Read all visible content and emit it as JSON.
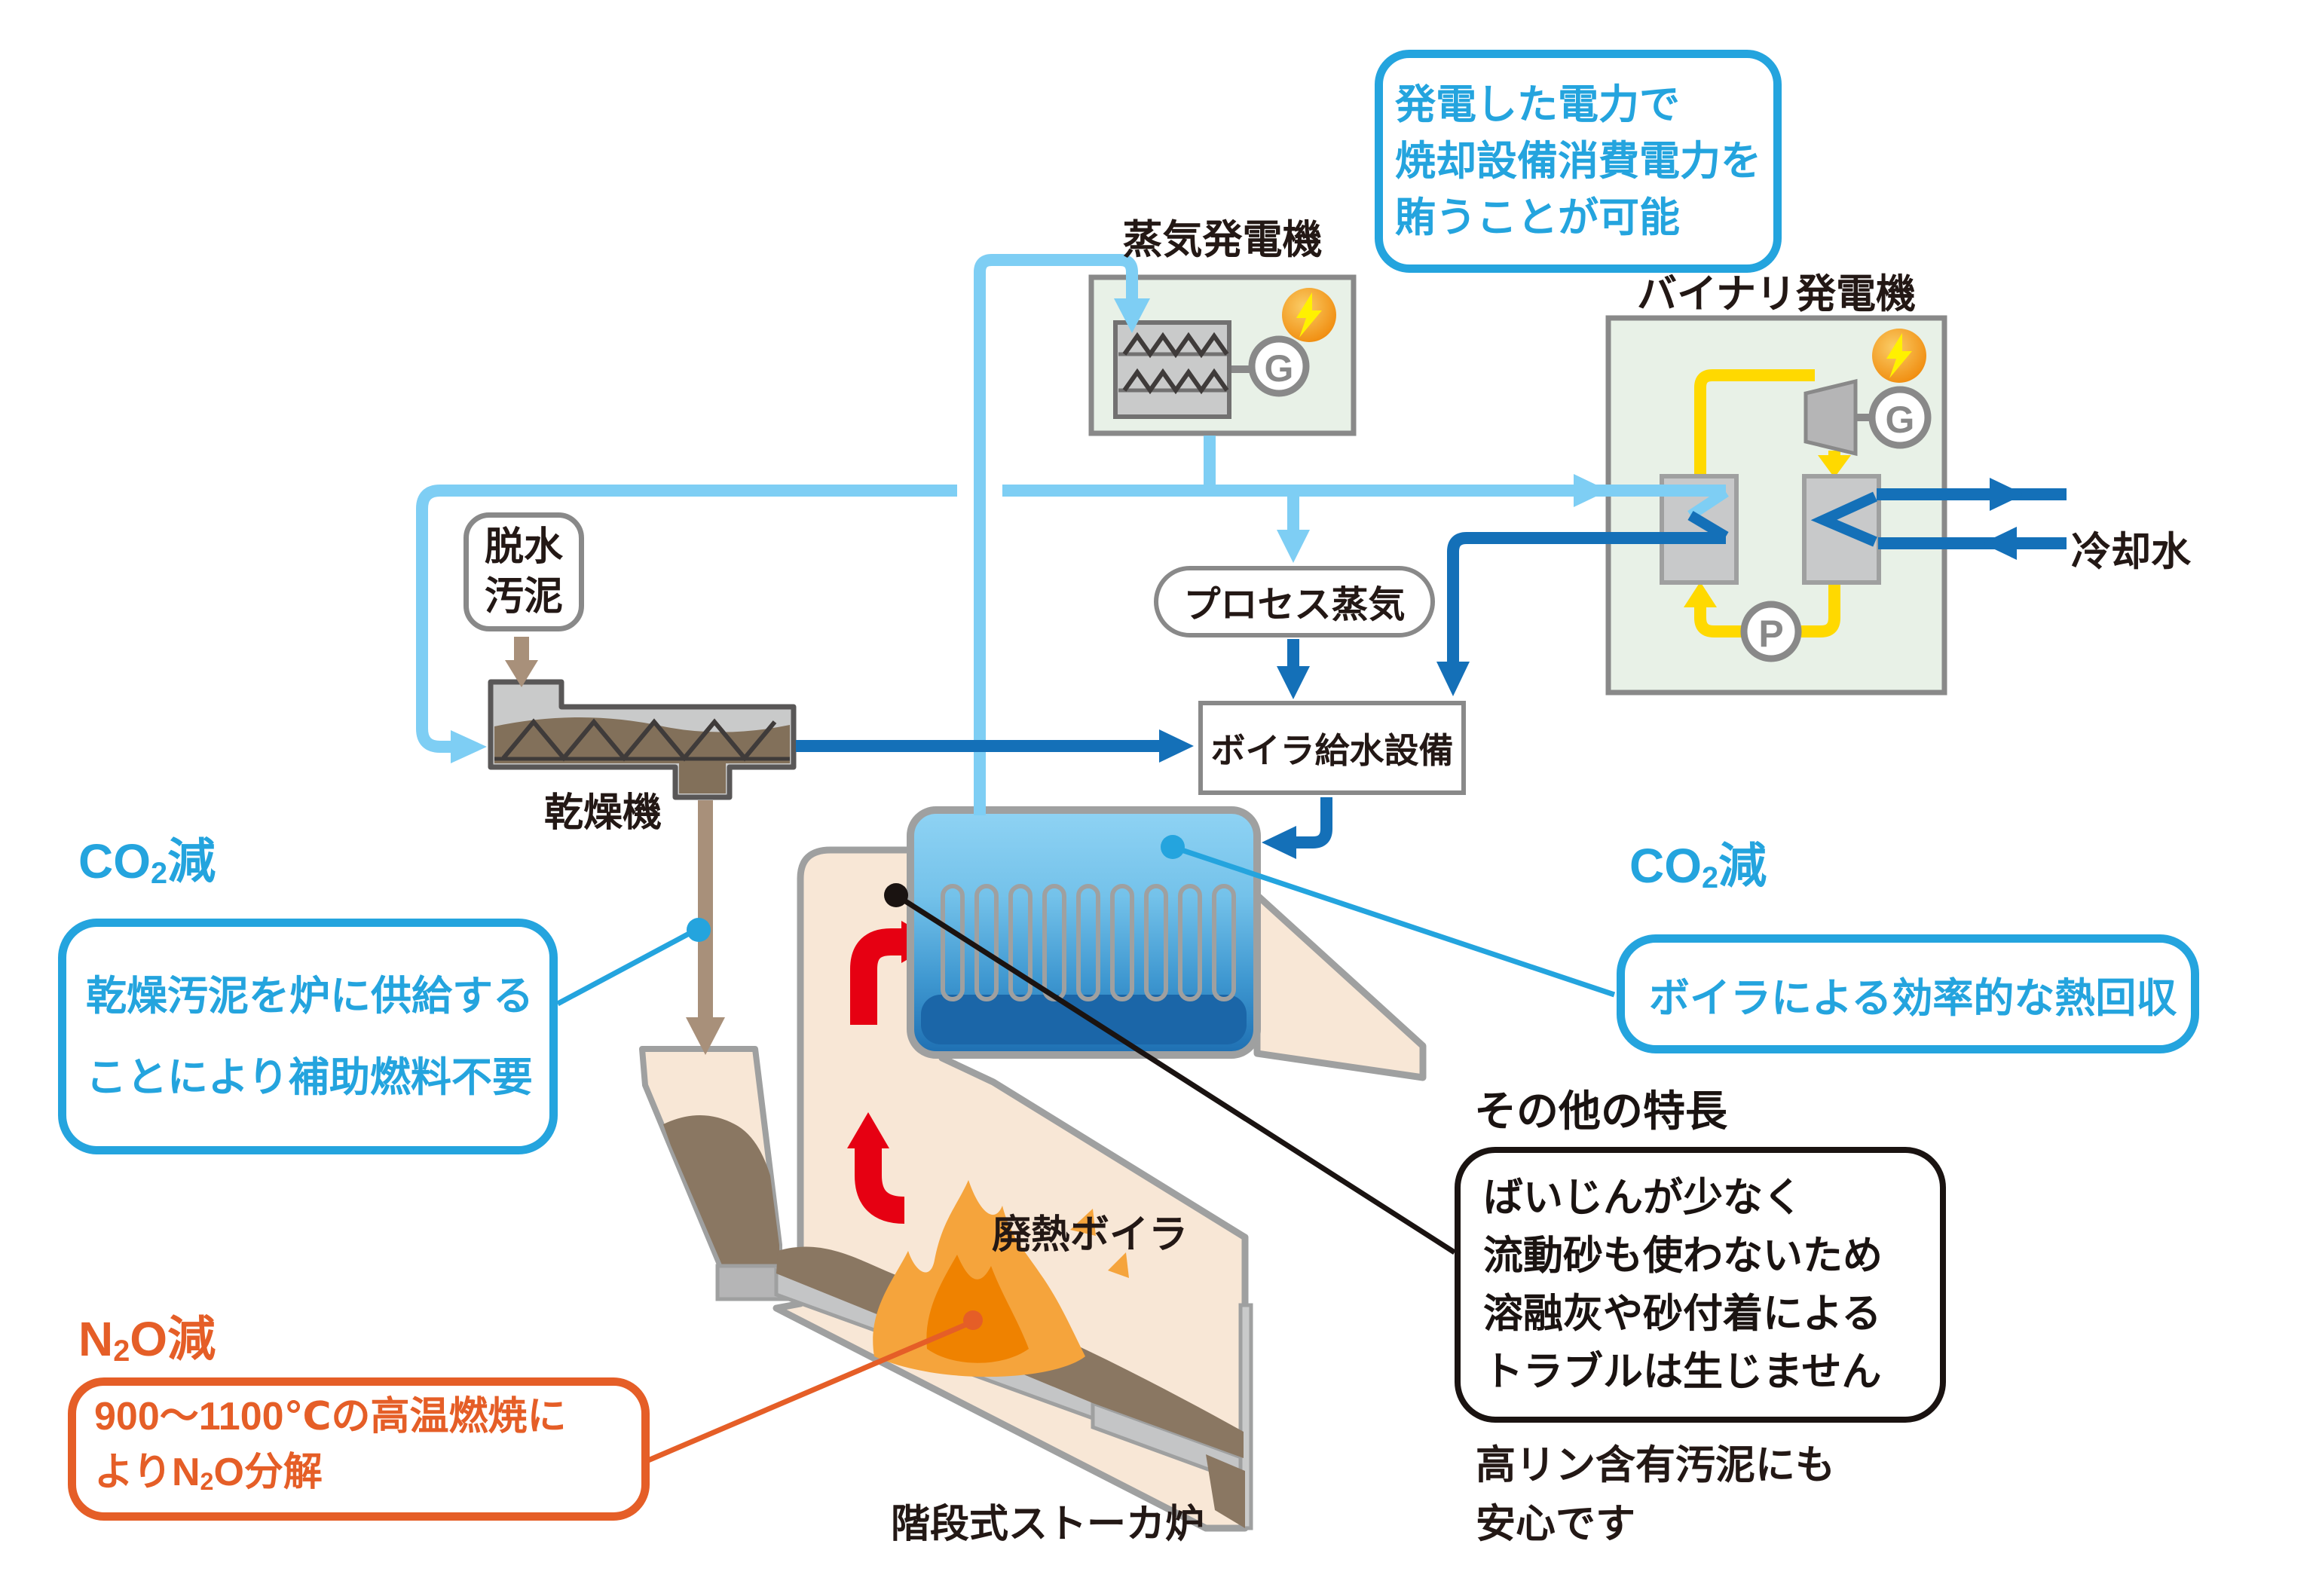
{
  "power_callout": {
    "line1": "発電した電力で",
    "line2": "焼却設備消費電力を",
    "line3": "賄うことが可能"
  },
  "labels": {
    "steam_generator": "蒸気発電機",
    "binary_generator": "バイナリ発電機",
    "dewatered_sludge_line1": "脱水",
    "dewatered_sludge_line2": "汚泥",
    "dryer": "乾燥機",
    "process_steam": "プロセス蒸気",
    "boiler_feedwater": "ボイラ給水設備",
    "cooling_water": "冷却水",
    "waste_heat_boiler": "廃熱ボイラ",
    "stoker_furnace": "階段式ストーカ炉",
    "generator_letter": "G",
    "pump_letter": "P"
  },
  "co2_left": {
    "heading_prefix": "CO",
    "heading_sub": "2",
    "heading_suffix": "減",
    "line1": "乾燥汚泥を炉に供給する",
    "line2": "ことにより補助燃料不要"
  },
  "co2_right": {
    "heading_prefix": "CO",
    "heading_sub": "2",
    "heading_suffix": "減",
    "line1": "ボイラによる効率的な熱回収"
  },
  "n2o": {
    "heading_prefix": "N",
    "heading_sub": "2",
    "heading_suffix": "O減",
    "line1": "900〜1100℃の高温燃焼に",
    "line2_prefix": "よりN",
    "line2_sub": "2",
    "line2_suffix": "O分解"
  },
  "other_features": {
    "heading": "その他の特長",
    "box_line1": "ばいじんが少なく",
    "box_line2": "流動砂も使わないため",
    "box_line3": "溶融灰や砂付着による",
    "box_line4": "トラブルは生じません",
    "note_line1": "高リン含有汚泥にも",
    "note_line2": "安心です"
  },
  "colors": {
    "blue_accent": "#24A4DE",
    "light_blue_pipe": "#7ECEF4",
    "dark_blue_pipe": "#1470B8",
    "orange_accent": "#E55E27",
    "yellow_pipe": "#FFD900",
    "red_arrow": "#E60012",
    "green_box": "#E8F1E7",
    "furnace_beige": "#F8E7D6",
    "sludge_brown": "#8A7762",
    "outline_gray": "#9FA0A0",
    "text_dark": "#231815"
  }
}
